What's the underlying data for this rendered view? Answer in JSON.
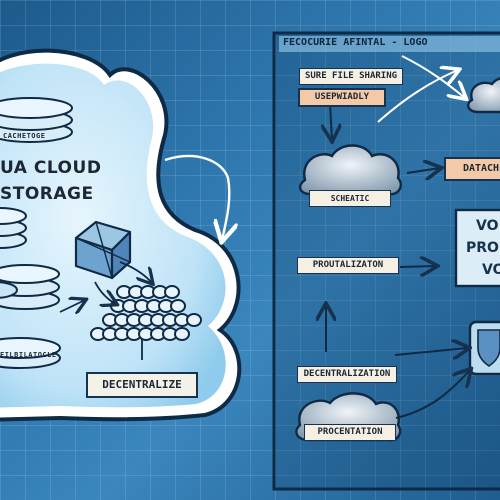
{
  "cloud": {
    "title_line1": "UA CLOUD",
    "title_line2": "STORAGE",
    "disk_label_top": "CACHETOGE",
    "disk_label_bottom": "FILBILATOCLE",
    "decentralize_label": "DECENTRALIZE"
  },
  "panel": {
    "title": "FECOCURIE AFINTAL - LOGO",
    "nodes": {
      "file_sharing": "SURE FILE SHARING",
      "usepwiadly": "USEPWIADLY",
      "schematic": "SCHEATIC",
      "datach": "DATACH",
      "proutalization": "PROUTALIZATON",
      "decentralization": "DECENTRALIZATION",
      "procentation": "PROCENTATION"
    },
    "right_box": {
      "line1": "VO",
      "line2": "PRO",
      "line3": "VO"
    }
  },
  "colors": {
    "background": "#2f79b0",
    "cloud_fill": "#bfe3f7",
    "ink": "#16324f",
    "peach": "#f3c9a8",
    "paper": "#f4f1e8"
  }
}
